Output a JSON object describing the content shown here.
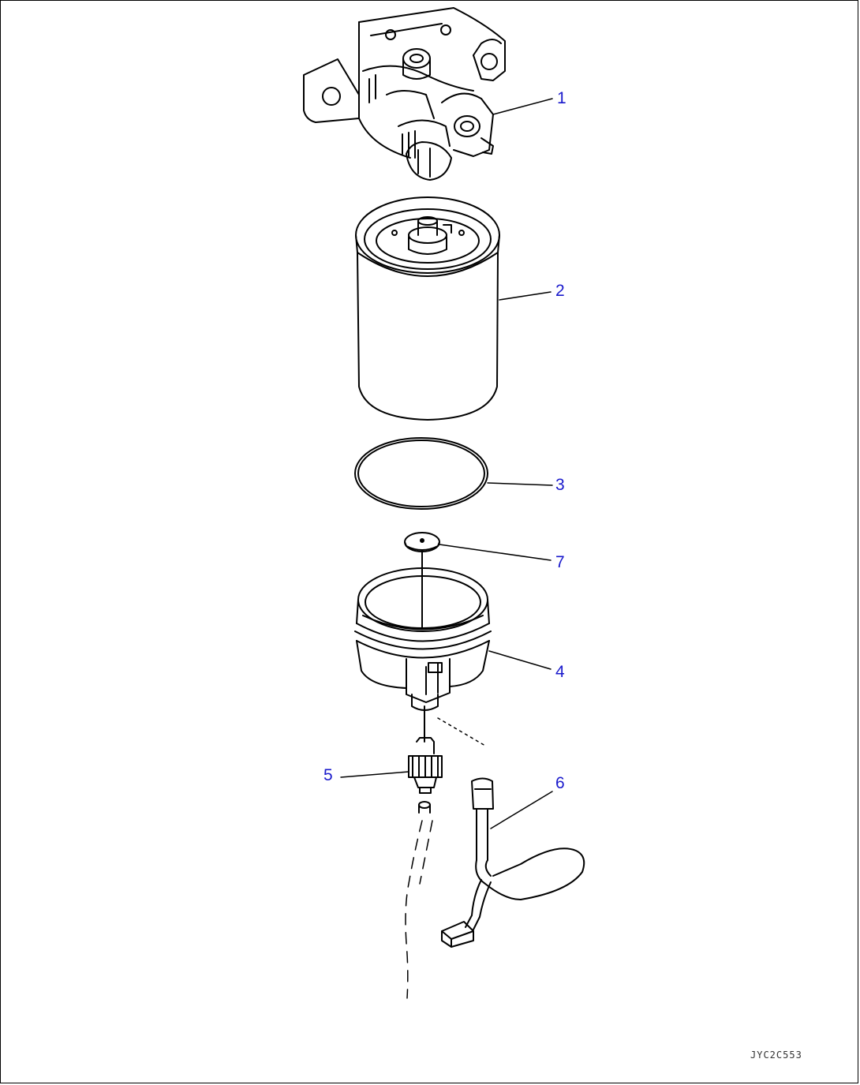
{
  "diagram": {
    "drawing_id": "JYC2C553",
    "callouts": [
      {
        "id": "1",
        "label": "1"
      },
      {
        "id": "2",
        "label": "2"
      },
      {
        "id": "3",
        "label": "3"
      },
      {
        "id": "7",
        "label": "7"
      },
      {
        "id": "4",
        "label": "4"
      },
      {
        "id": "5",
        "label": "5"
      },
      {
        "id": "6",
        "label": "6"
      }
    ],
    "parts": [
      {
        "id": "1",
        "icon": "filter-head-icon"
      },
      {
        "id": "2",
        "icon": "filter-cartridge-icon"
      },
      {
        "id": "3",
        "icon": "o-ring-icon"
      },
      {
        "id": "7",
        "icon": "float-disc-icon"
      },
      {
        "id": "4",
        "icon": "bowl-icon"
      },
      {
        "id": "5",
        "icon": "drain-valve-icon"
      },
      {
        "id": "6",
        "icon": "sensor-harness-icon"
      }
    ],
    "colors": {
      "callout": "#1a1acc",
      "line": "#000000"
    }
  }
}
